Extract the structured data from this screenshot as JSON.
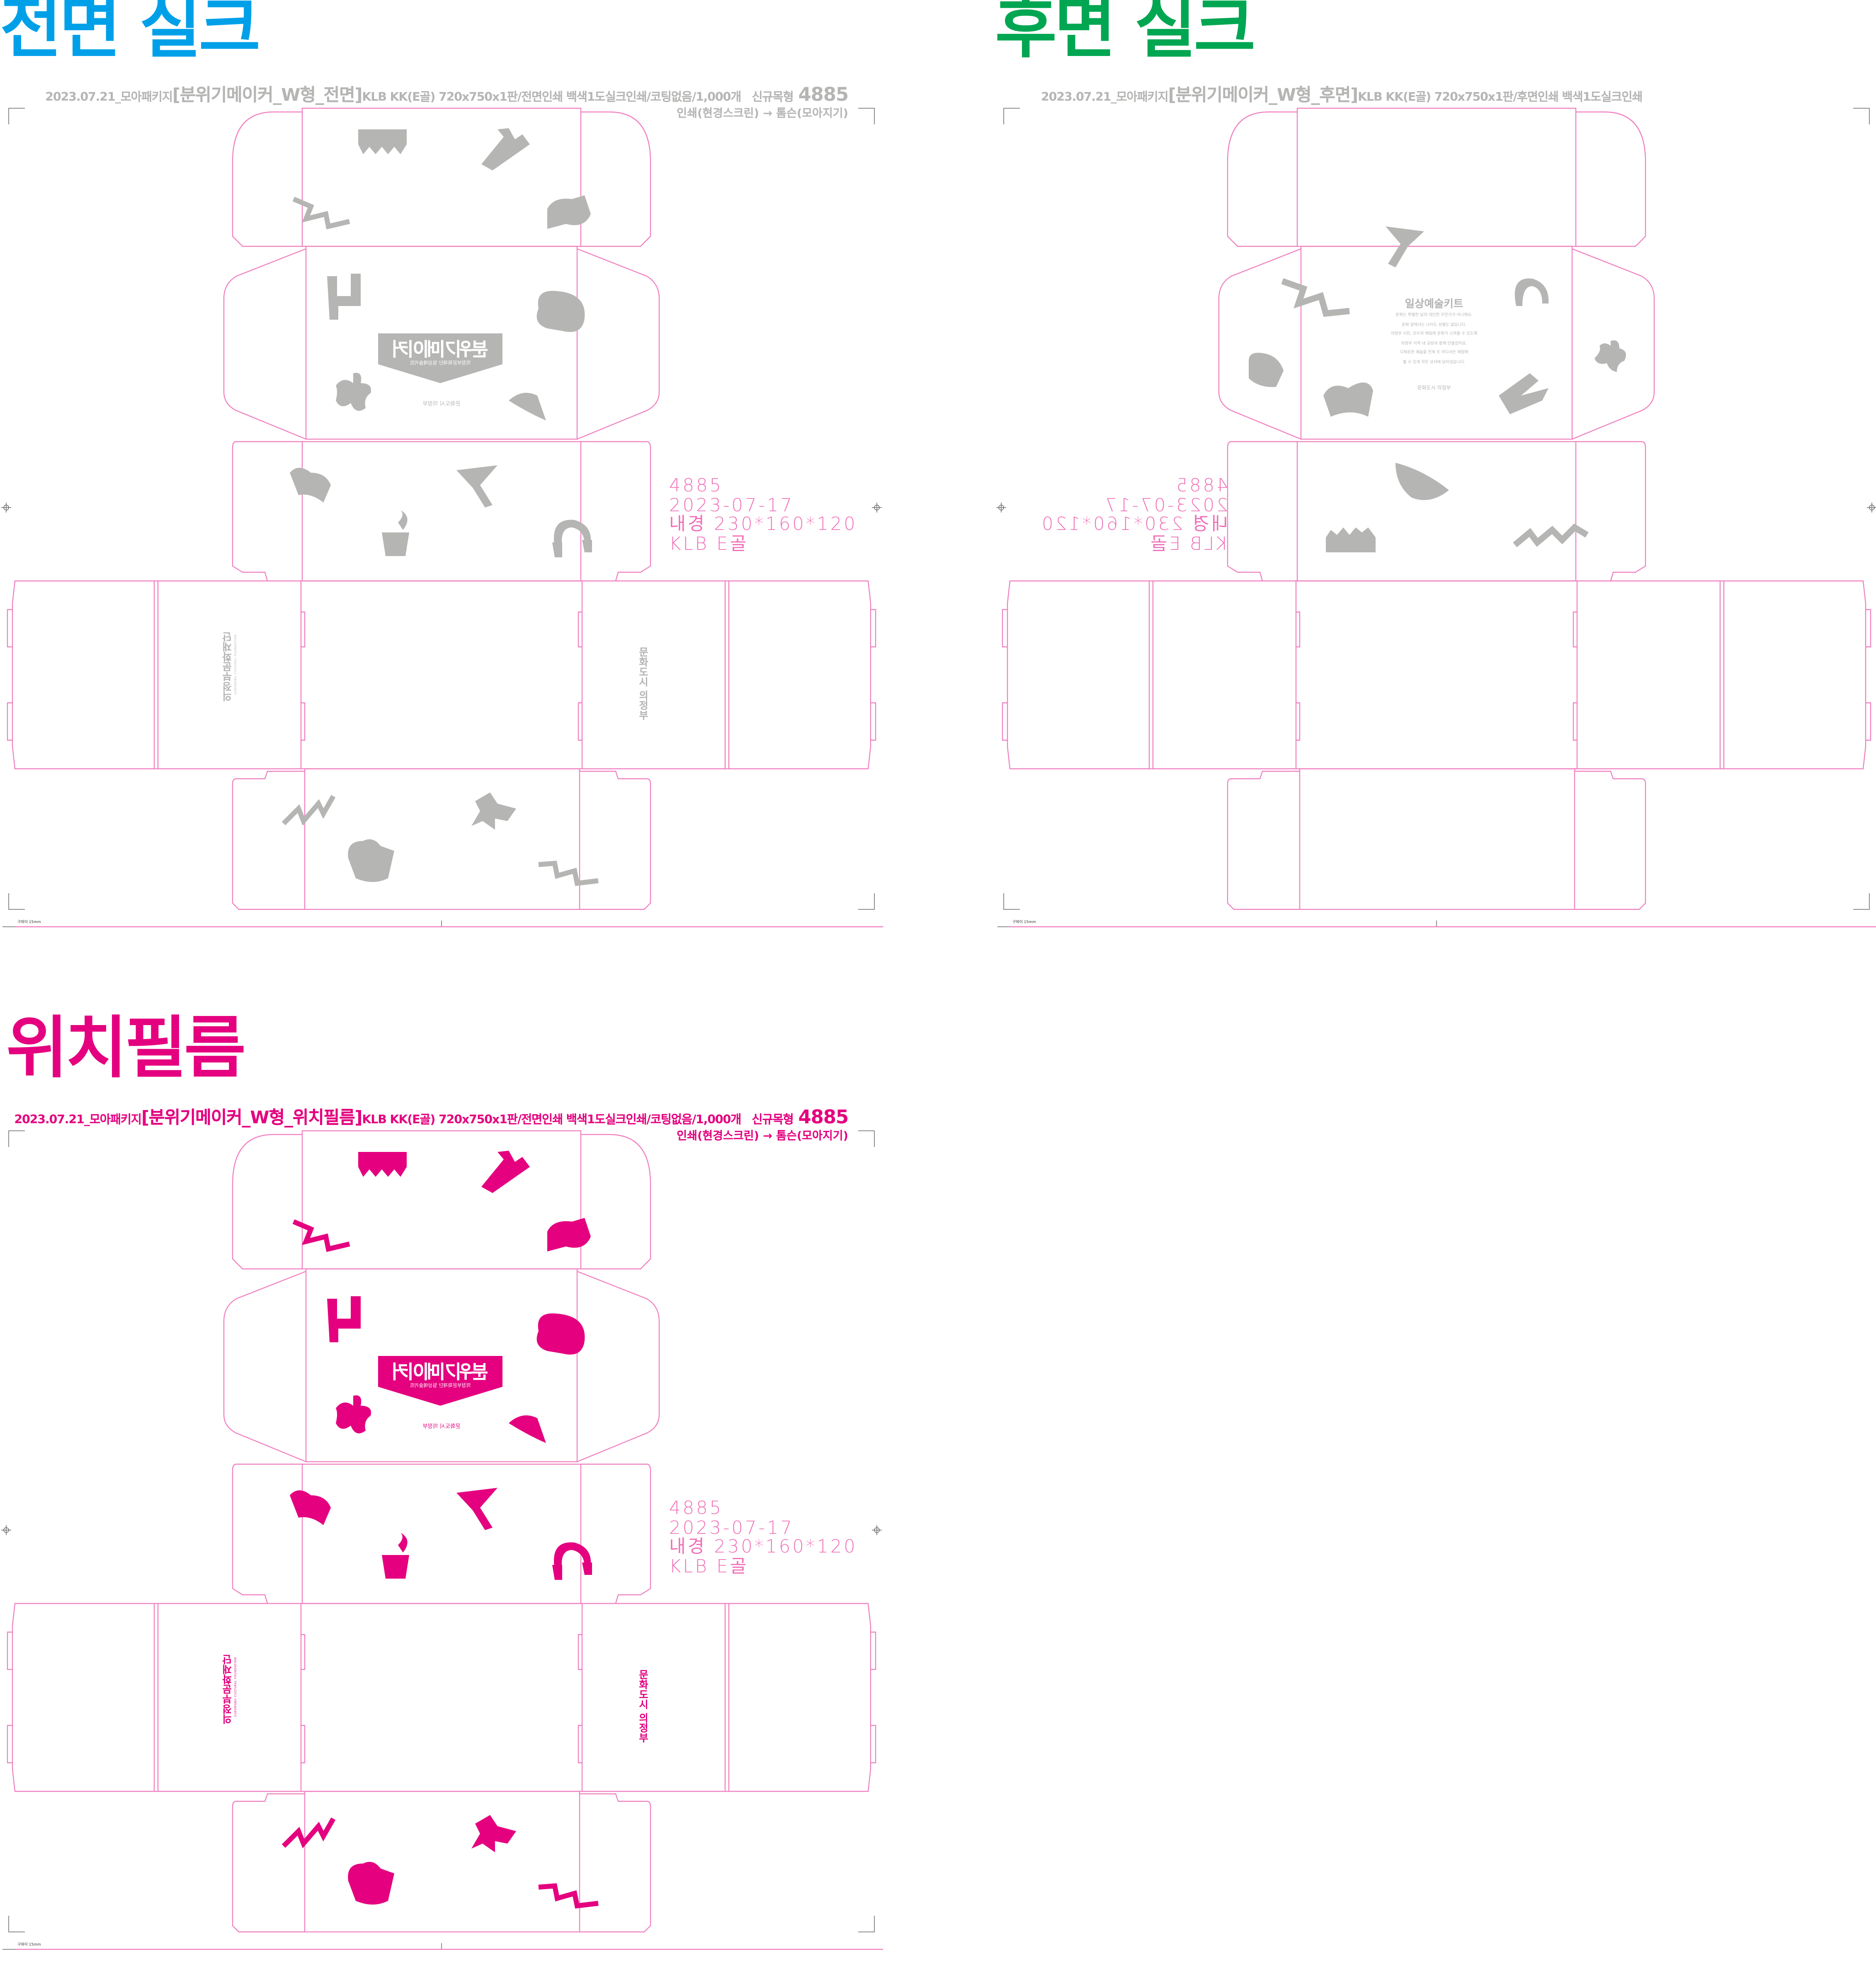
{
  "colors": {
    "front_title": "#00a0e9",
    "back_title": "#00a651",
    "film_title": "#e4007f",
    "gray_ink": "#b5b5b4",
    "pink_ink": "#e4007f",
    "dieline": "#f080c0"
  },
  "sections": {
    "front": {
      "title": "전면 실크",
      "header": {
        "prefix": "2023.07.21_모아패키지",
        "bracket": "[분위기메이커_W형_전면]",
        "spec": "KLB KK(E골) 720x750x1판/전면인쇄  백색1도실크인쇄/코팅없음/1,000개",
        "new_label": "신규목형",
        "number": "4885",
        "line2": "인쇄(현경스크린) → 톰슨(모아지기)"
      }
    },
    "back": {
      "title": "후면 실크",
      "header": {
        "prefix": "2023.07.21_모아패키지",
        "bracket": "[분위기메이커_W형_후면]",
        "spec": "KLB KK(E골) 720x750x1판/후면인쇄  백색1도실크인쇄"
      }
    },
    "film": {
      "title": "위치필름",
      "header": {
        "prefix": "2023.07.21_모아패키지",
        "bracket": "[분위기메이커_W형_위치필름]",
        "spec": "KLB KK(E골) 720x750x1판/전면인쇄  백색1도실크인쇄/코팅없음/1,000개",
        "new_label": "신규목형",
        "number": "4885",
        "line2": "인쇄(현경스크린) → 톰슨(모아지기)"
      }
    }
  },
  "die_code": {
    "number": "4885",
    "date": "2023-07-17",
    "inner_size": "내경 230*160*120",
    "material": "KLB E골"
  },
  "artwork": {
    "logo_title": "분위기메이커",
    "logo_subtitle": "의정부문화재단 일상예술키트",
    "city_brand": "문화도시 의정부",
    "foundation": "의정부문화재단",
    "foundation_en": "UIJEONGBU CULTURAL FOUNDATION"
  },
  "back_copy": {
    "heading": "일상예술키트",
    "lines": [
      "문화는 특별한 날의 대단한 무언가가 아니에요.",
      "문화 앞에서는 나이도 성별도 없답니다.",
      "의정부 시민, 모두의 매일에 문화가 스며들 수 있도록",
      "의정부 지역 내 공방과 함께 만들었어요.",
      "다채로운 예술을 언제 또 어디서든 체험해",
      "볼 수 있게 작은 상자에 담아냈습니다."
    ],
    "city": "문화도시 의정부"
  },
  "footer_label": "구와이 15mm"
}
